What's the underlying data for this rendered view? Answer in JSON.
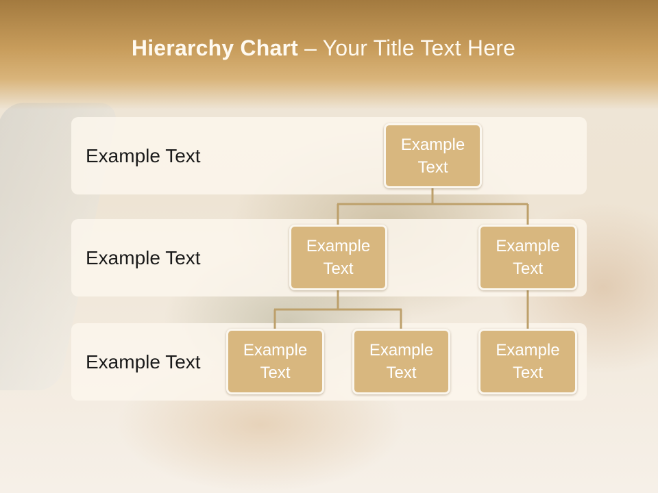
{
  "slide": {
    "title_bold": "Hierarchy Chart",
    "title_rest": " – Your Title Text Here"
  },
  "levels": [
    {
      "label": "Example Text"
    },
    {
      "label": "Example Text"
    },
    {
      "label": "Example Text"
    }
  ],
  "nodes": {
    "root": "Example Text",
    "level2_left": "Example Text",
    "level2_right": "Example Text",
    "level3_a": "Example Text",
    "level3_b": "Example Text",
    "level3_c": "Example Text"
  },
  "colors": {
    "header": "#c89d5c",
    "node_fill": "#d8b77f",
    "connector": "#bda06b",
    "band": "#fbf6ec"
  }
}
